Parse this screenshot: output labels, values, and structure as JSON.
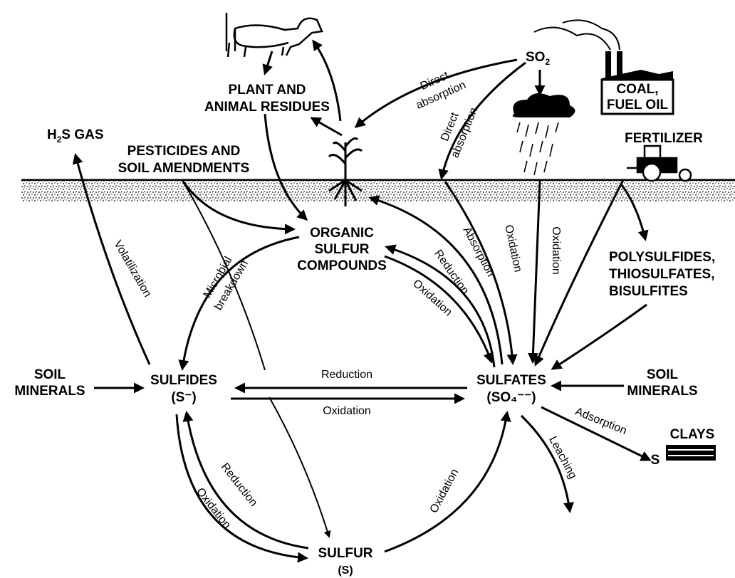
{
  "nodes": {
    "h2s_gas": {
      "lines": [
        "H",
        "2",
        "S GAS"
      ]
    },
    "plant_residues": {
      "lines": [
        "PLANT AND",
        "ANIMAL RESIDUES"
      ]
    },
    "pesticides": {
      "lines": [
        "PESTICIDES AND",
        "SOIL AMENDMENTS"
      ]
    },
    "so2": {
      "lines": [
        "SO",
        "2"
      ]
    },
    "coal": {
      "lines": [
        "COAL,",
        "FUEL OIL"
      ]
    },
    "fertilizer": {
      "lines": [
        "FERTILIZER"
      ]
    },
    "organic": {
      "lines": [
        "ORGANIC",
        "SULFUR",
        "COMPOUNDS"
      ]
    },
    "polysulfides": {
      "lines": [
        "POLYSULFIDES,",
        "THIOSULFATES,",
        "BISULFITES"
      ]
    },
    "soil_minerals_left": {
      "lines": [
        "SOIL",
        "MINERALS"
      ]
    },
    "sulfides": {
      "lines": [
        "SULFIDES",
        "(S⁻)"
      ]
    },
    "sulfates": {
      "lines": [
        "SULFATES",
        "(SO₄⁻⁻)"
      ]
    },
    "soil_minerals_right": {
      "lines": [
        "SOIL",
        "MINERALS"
      ]
    },
    "clays": {
      "lines": [
        "CLAYS"
      ]
    },
    "s_adsorbed": {
      "lines": [
        "S"
      ]
    },
    "sulfur": {
      "lines": [
        "SULFUR",
        "(S)"
      ]
    }
  },
  "edges": {
    "direct_absorption_1": [
      "Direct",
      "absorption"
    ],
    "direct_absorption_2": [
      "Direct",
      "absorption"
    ],
    "volatilization": "Volatilization",
    "microbial_breakdown": [
      "Microbial",
      "breakdown"
    ],
    "reduction_org": "Reduction",
    "absorption": "Absorption",
    "oxidation_org": "Oxidation",
    "oxidation_a": "Oxidation",
    "oxidation_b": "Oxidation",
    "reduction_mid": "Reduction",
    "oxidation_mid": "Oxidation",
    "adsorption": "Adsorption",
    "leaching": "Leaching",
    "reduction_low": "Reduction",
    "oxidation_low_left": "Oxidation",
    "oxidation_low_right": "Oxidation"
  }
}
